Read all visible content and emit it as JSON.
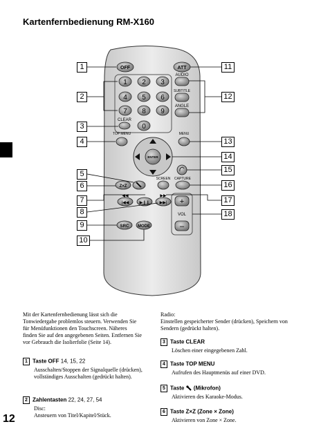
{
  "header": {
    "title": "Kartenfernbedienung RM-X160"
  },
  "page_number": "12",
  "remote": {
    "buttons": {
      "off": "OFF",
      "att": "ATT",
      "audio": "AUDIO",
      "subtitle": "SUBTITLE",
      "angle": "ANGLE",
      "clear": "CLEAR",
      "top_menu": "TOP MENU",
      "menu": "MENU",
      "enter": "ENTER",
      "screen": "SCREEN",
      "capture": "CAPTURE",
      "zxz": "Z×Z",
      "src": "SRC",
      "mode": "MODE",
      "vol": "VOL",
      "vol_plus": "+",
      "vol_minus": "–",
      "n1": "1",
      "n2": "2",
      "n3": "3",
      "n4": "4",
      "n5": "5",
      "n6": "6",
      "n7": "7",
      "n8": "8",
      "n9": "9",
      "n0": "0"
    },
    "callouts": {
      "c1": "1",
      "c2": "2",
      "c3": "3",
      "c4": "4",
      "c5": "5",
      "c6": "6",
      "c7": "7",
      "c8": "8",
      "c9": "9",
      "c10": "10",
      "c11": "11",
      "c12": "12",
      "c13": "13",
      "c14": "14",
      "c15": "15",
      "c16": "16",
      "c17": "17",
      "c18": "18"
    }
  },
  "left_col": {
    "intro": "Mit der Kartenfernbedienung lässt sich die Tonwiedergabe problemlos steuern. Verwenden Sie für Menüfunktionen den Touchscreen. Näheres finden Sie auf den angegebenen Seiten. Entfernen Sie vor Gebrauch die Isolierfolie (Seite 14).",
    "item1": {
      "num": "1",
      "label": "Taste OFF",
      "pages": "14, 15, 22",
      "desc": "Ausschalten/Stoppen der Signalquelle (drücken), vollständiges Ausschalten (gedrückt halten)."
    },
    "item2": {
      "num": "2",
      "label": "Zahlentasten",
      "pages": "22, 24, 27, 54",
      "line1": "Disc:",
      "line2": "Ansteuern von Titel/Kapitel/Stück."
    }
  },
  "right_col": {
    "radio_label": "Radio:",
    "radio_desc": "Einstellen gespeicherter Sender (drücken), Speichern von Sendern (gedrückt halten).",
    "item3": {
      "num": "3",
      "label": "Taste CLEAR",
      "desc": "Löschen einer eingegebenen Zahl."
    },
    "item4": {
      "num": "4",
      "label": "Taste TOP MENU",
      "desc": "Aufrufen des Hauptmenüs auf einer DVD."
    },
    "item5": {
      "num": "5",
      "label_pre": "Taste",
      "label_post": "(Mikrofon)",
      "desc": "Aktivieren des Karaoke-Modus."
    },
    "item6": {
      "num": "6",
      "label": "Taste Z×Z (Zone × Zone)",
      "desc": "Aktivieren von Zone × Zone."
    }
  }
}
